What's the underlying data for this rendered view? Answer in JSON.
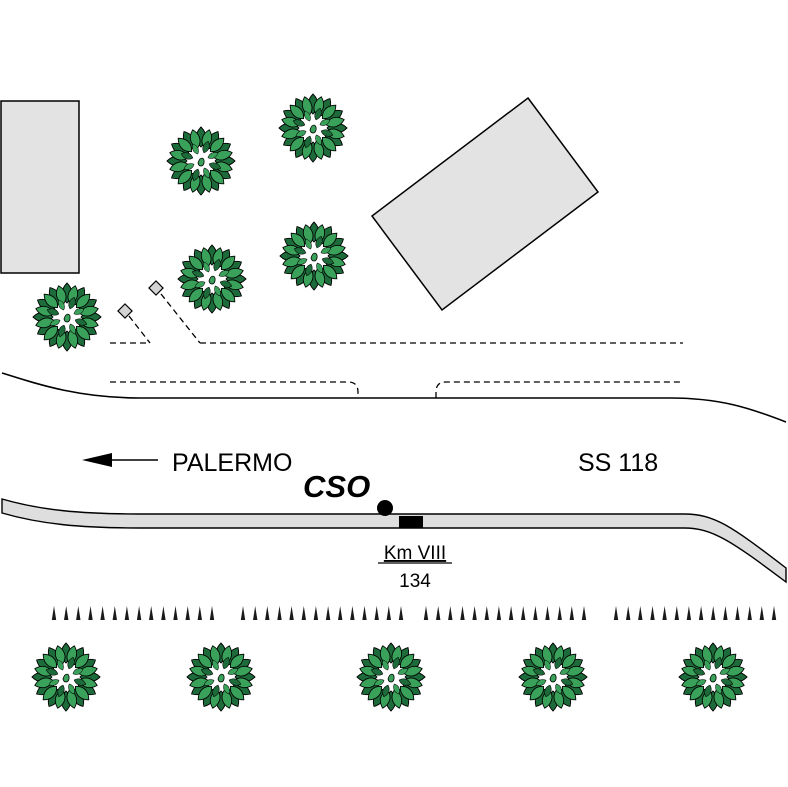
{
  "labels": {
    "palermo": "PALERMO",
    "road": "SS 118",
    "station": "CSO",
    "km_top": "Km VIII",
    "km_bottom": "134"
  },
  "colors": {
    "building_fill": "#e3e3e3",
    "road_strip_fill": "#dedede",
    "tree_dark": "#1d6b3a",
    "tree_light": "#3aa15a",
    "tree_outline": "#000000"
  },
  "icons": {
    "tree": "tree-icon",
    "direction": "arrow-left-icon",
    "station": "station-dot-icon",
    "km_marker": "km-marker-icon",
    "hedge": "spike-hedge-icon"
  }
}
